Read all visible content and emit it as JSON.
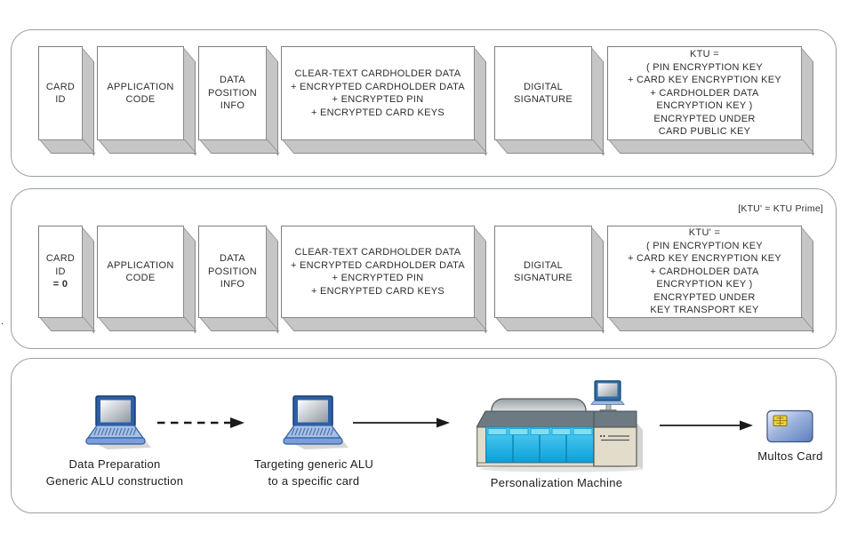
{
  "colors": {
    "panel_border": "#9aa0a2",
    "box_face": "#ffffff",
    "box_side": "#c6c6c6",
    "box_border": "#7d7d7d",
    "text": "#2e2e2e",
    "arrow": "#1a1a1a",
    "laptop_blue": "#2e5fa6",
    "laptop_base_blue": "#a6c0e6",
    "machine_beige": "#e2dccb",
    "machine_gray": "#6e7a82",
    "machine_cyan": "#0ba3d9",
    "card_blue": "#5b7dbd",
    "chip_gold": "#f0d23f"
  },
  "stray_mark": ".",
  "panel_generic_alu": {
    "boxes": [
      {
        "label": "CARD\nID"
      },
      {
        "label": "APPLICATION\nCODE"
      },
      {
        "label": "DATA\nPOSITION\nINFO"
      },
      {
        "label": "CLEAR-TEXT CARDHOLDER DATA\n+ ENCRYPTED CARDHOLDER DATA\n+ ENCRYPTED PIN\n+ ENCRYPTED CARD KEYS"
      },
      {
        "label": "DIGITAL\nSIGNATURE"
      },
      {
        "label": "KTU =\n( PIN ENCRYPTION KEY\n+ CARD KEY ENCRYPTION KEY\n+ CARDHOLDER DATA\nENCRYPTION KEY )\nENCRYPTED UNDER\nCARD PUBLIC KEY"
      }
    ]
  },
  "panel_targeted_alu": {
    "note": "[KTU' = KTU Prime]",
    "boxes": [
      {
        "label": "CARD\nID",
        "bold_suffix": "= 0"
      },
      {
        "label": "APPLICATION\nCODE"
      },
      {
        "label": "DATA\nPOSITION\nINFO"
      },
      {
        "label": "CLEAR-TEXT CARDHOLDER DATA\n+ ENCRYPTED CARDHOLDER DATA\n+ ENCRYPTED PIN\n+ ENCRYPTED CARD KEYS"
      },
      {
        "label": "DIGITAL\nSIGNATURE"
      },
      {
        "label": "KTU' =\n( PIN ENCRYPTION KEY\n+ CARD KEY ENCRYPTION KEY\n+ CARDHOLDER DATA\nENCRYPTION KEY )\nENCRYPTED UNDER\nKEY TRANSPORT KEY"
      }
    ]
  },
  "panel_flow": {
    "steps": [
      {
        "icon": "laptop-icon",
        "caption": "Data Preparation\nGeneric ALU construction"
      },
      {
        "icon": "laptop-icon",
        "caption": "Targeting generic ALU\nto a specific card"
      },
      {
        "icon": "personalization-machine-icon",
        "caption": "Personalization Machine"
      },
      {
        "icon": "smartcard-icon",
        "caption": "Multos Card"
      }
    ]
  }
}
